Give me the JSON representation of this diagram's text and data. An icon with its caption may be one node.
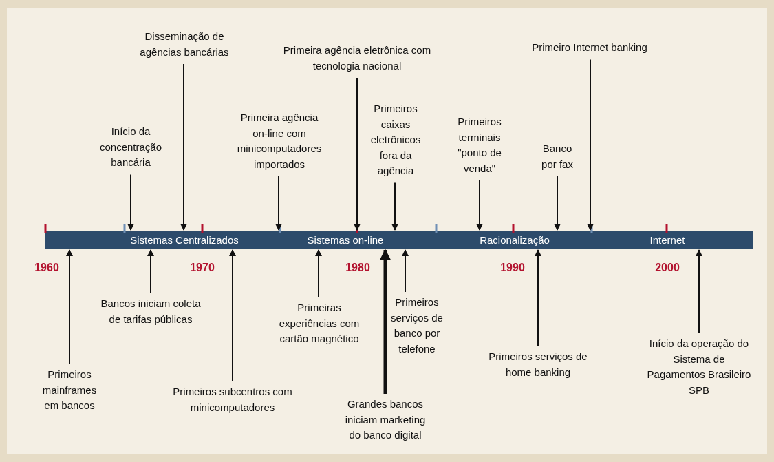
{
  "diagram": {
    "nodes": [
      {
        "text": [
          "Sistemas Centralizados",
          "Sistemas on-line",
          "Racionalização",
          "Internet"
        ]
      },
      {
        "text": [
          "Disseminação de agências bancárias"
        ]
      },
      {
        "text": [
          "Início da concentração bancária"
        ]
      },
      {
        "text": [
          "Primeira agência on-line com minicomputadores importados"
        ]
      },
      {
        "text": [
          "Primeira agência eletrônica com tecnologia nacional"
        ]
      },
      {
        "text": [
          "Primeiros caixas eletrônicos fora da agência"
        ]
      },
      {
        "text": [
          "Primeiros terminais \"ponto de venda\""
        ]
      },
      {
        "text": [
          "Banco por fax"
        ]
      },
      {
        "text": [
          "Primeiro Internet banking"
        ]
      },
      {
        "text": [
          "Primeiros mainframes em bancos"
        ]
      },
      {
        "text": [
          "Bancos iniciam coleta de tarifas públicas"
        ]
      },
      {
        "text": [
          "Primeiros subcentros com minicomputadores"
        ]
      },
      {
        "text": [
          "Primeiras experiências com cartão magnético"
        ]
      },
      {
        "text": [
          "Grandes bancos iniciam marketing do banco digital"
        ]
      },
      {
        "text": [
          "Primeiros serviços de banco por telefone"
        ]
      },
      {
        "text": [
          "Primeiros serviços de home banking"
        ]
      },
      {
        "text": [
          "Início da operação do Sistema de Pagamentos Brasileiro SPB"
        ]
      }
    ],
    "edges": [
      {
        "from": 1,
        "to": 0,
        "arrow": "to"
      },
      {
        "from": 2,
        "to": 0,
        "arrow": "to"
      },
      {
        "from": 3,
        "to": 0,
        "arrow": "to"
      },
      {
        "from": 4,
        "to": 0,
        "arrow": "to"
      },
      {
        "from": 5,
        "to": 0,
        "arrow": "to"
      },
      {
        "from": 6,
        "to": 0,
        "arrow": "to"
      },
      {
        "from": 7,
        "to": 0,
        "arrow": "to"
      },
      {
        "from": 8,
        "to": 0,
        "arrow": "to"
      },
      {
        "from": 9,
        "to": 0,
        "arrow": "to"
      },
      {
        "from": 10,
        "to": 0,
        "arrow": "to"
      },
      {
        "from": 11,
        "to": 0,
        "arrow": "to"
      },
      {
        "from": 12,
        "to": 0,
        "arrow": "to"
      },
      {
        "from": 13,
        "to": 0,
        "arrow": "to",
        "style": "thick"
      },
      {
        "from": 14,
        "to": 0,
        "arrow": "to"
      },
      {
        "from": 15,
        "to": 0,
        "arrow": "to"
      },
      {
        "from": 16,
        "to": 0,
        "arrow": "to"
      }
    ],
    "labels": [
      "1960",
      "1970",
      "1980",
      "1990",
      "2000"
    ]
  }
}
